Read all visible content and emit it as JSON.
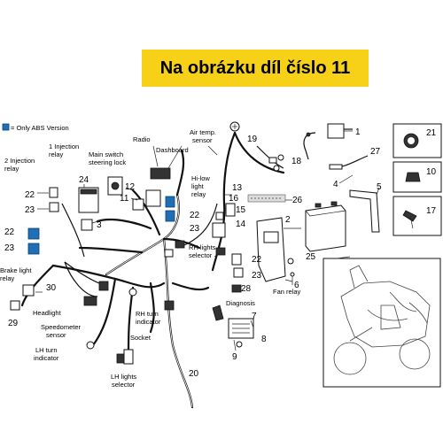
{
  "banner_title": "Na obrázku díl číslo 11",
  "legend": {
    "text": "= Only ABS Version",
    "color": "#1e6fb8"
  },
  "labels": {
    "radio": "Radio",
    "dashboard": "Dashboard",
    "air_temp_1": "Air temp.",
    "air_temp_2": "sensor",
    "inj1_1": "1 Injection",
    "inj1_2": "relay",
    "inj2_1": "2 Injection",
    "inj2_2": "relay",
    "main_switch_1": "Main switch",
    "main_switch_2": "steering lock",
    "hilow_1": "Hi-low",
    "hilow_2": "light",
    "hilow_3": "relay",
    "rh_lights_1": "RH lights",
    "rh_lights_2": "selector",
    "brake_1": "Brake light",
    "brake_2": "relay",
    "headlight": "Headlight",
    "speedo_1": "Speedometer",
    "speedo_2": "sensor",
    "lh_turn_1": "LH turn",
    "lh_turn_2": "indicator",
    "rh_turn_1": "RH turn",
    "rh_turn_2": "indicator",
    "socket": "Socket",
    "lh_lights_1": "LH lights",
    "lh_lights_2": "selector",
    "diagnosis": "Diagnosis",
    "fan_relay": "Fan relay"
  },
  "numbers": {
    "n1": "1",
    "n2": "2",
    "n3": "3",
    "n4": "4",
    "n5": "5",
    "n6": "6",
    "n7": "7",
    "n8": "8",
    "n9": "9",
    "n10": "10",
    "n11": "11",
    "n12": "12",
    "n13": "13",
    "n14": "14",
    "n15": "15",
    "n16": "16",
    "n17": "17",
    "n18": "18",
    "n19": "19",
    "n20": "20",
    "n21": "21",
    "n22a": "22",
    "n22b": "22",
    "n22c": "22",
    "n22d": "22",
    "n23a": "23",
    "n23b": "23",
    "n23c": "23",
    "n23d": "23",
    "n24": "24",
    "n25": "25",
    "n26": "26",
    "n27": "27",
    "n28": "28",
    "n29": "29",
    "n30": "30"
  }
}
